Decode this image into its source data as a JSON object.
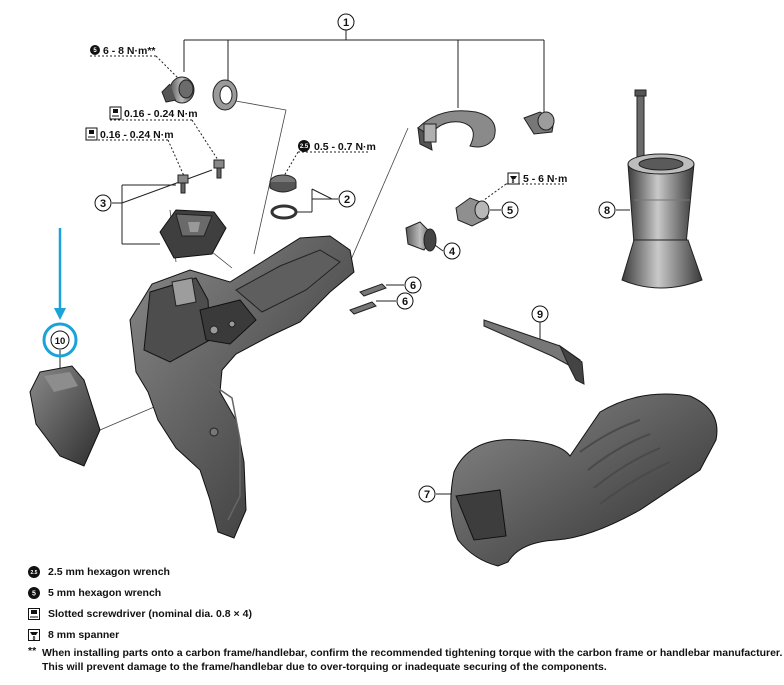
{
  "callouts": {
    "c1": "1",
    "c2": "2",
    "c3": "3",
    "c4": "4",
    "c5": "5",
    "c6a": "6",
    "c6b": "6",
    "c7": "7",
    "c8": "8",
    "c9": "9",
    "c10": "10"
  },
  "torques": {
    "clamp_bolt": "6 - 8 N·m**",
    "screw_upper": "0.16 - 0.24 N·m",
    "screw_lower": "0.16 - 0.24 N·m",
    "cap_screw": "0.5 - 0.7 N·m",
    "nut": "5 - 6 N·m"
  },
  "tool_badges": {
    "hex25": "2.5",
    "hex5": "5",
    "spanner8": "8"
  },
  "legend": [
    {
      "icon": "hex-wrench-2.5-icon",
      "label": "2.5 mm hexagon wrench"
    },
    {
      "icon": "hex-wrench-5-icon",
      "label": "5 mm hexagon wrench"
    },
    {
      "icon": "slotted-screwdriver-icon",
      "label": "Slotted screwdriver  (nominal dia. 0.8 × 4)"
    },
    {
      "icon": "spanner-8-icon",
      "label": "8 mm spanner"
    }
  ],
  "note": {
    "marker": "**",
    "line1": "When installing parts onto a carbon frame/handlebar, confirm the recommended tightening torque with the carbon frame or handlebar manufacturer.",
    "line2": "This will prevent damage to the frame/handlebar due to over-torquing or inadequate securing of the components."
  },
  "colors": {
    "highlight": "#1aa3d9",
    "part_dark": "#3a3a3a",
    "part_mid": "#6e6e6e",
    "part_light": "#a8a8a8"
  }
}
